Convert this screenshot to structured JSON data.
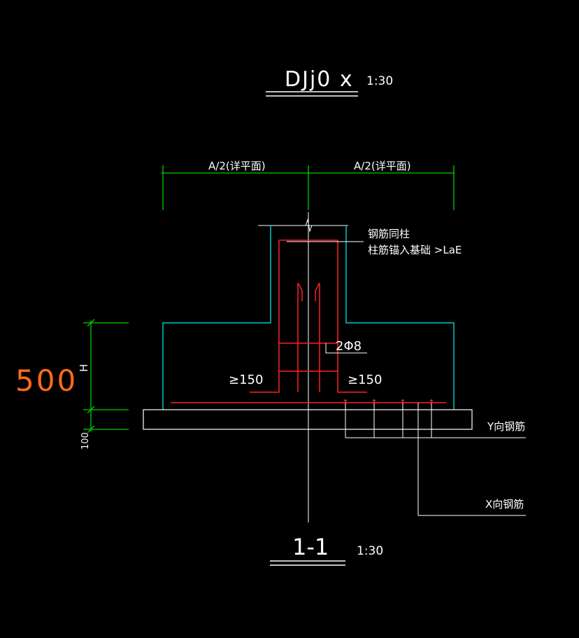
{
  "title": {
    "name": "DJj0 x",
    "scale": "1:30"
  },
  "section": {
    "name": "1-1",
    "scale": "1:30"
  },
  "dimensions": {
    "left_half": "A/2(详平面)",
    "right_half": "A/2(详平面)",
    "height_symbol": "H",
    "height_value": "500",
    "pad_thickness": "100"
  },
  "annotations": {
    "rebar_same_column": "钢筋同柱",
    "column_anchor": "柱筋锚入基础 >LaE",
    "stirrups": "2Φ8",
    "hook_left": "≥150",
    "hook_right": "≥150",
    "y_rebar": "Y向钢筋",
    "x_rebar": "X向钢筋"
  },
  "colors": {
    "background": "#000000",
    "outline": "#00c8c8",
    "dimension": "#00d000",
    "rebar": "#ff2020",
    "leader": "#ffffff",
    "highlight": "#ff6a1a"
  }
}
